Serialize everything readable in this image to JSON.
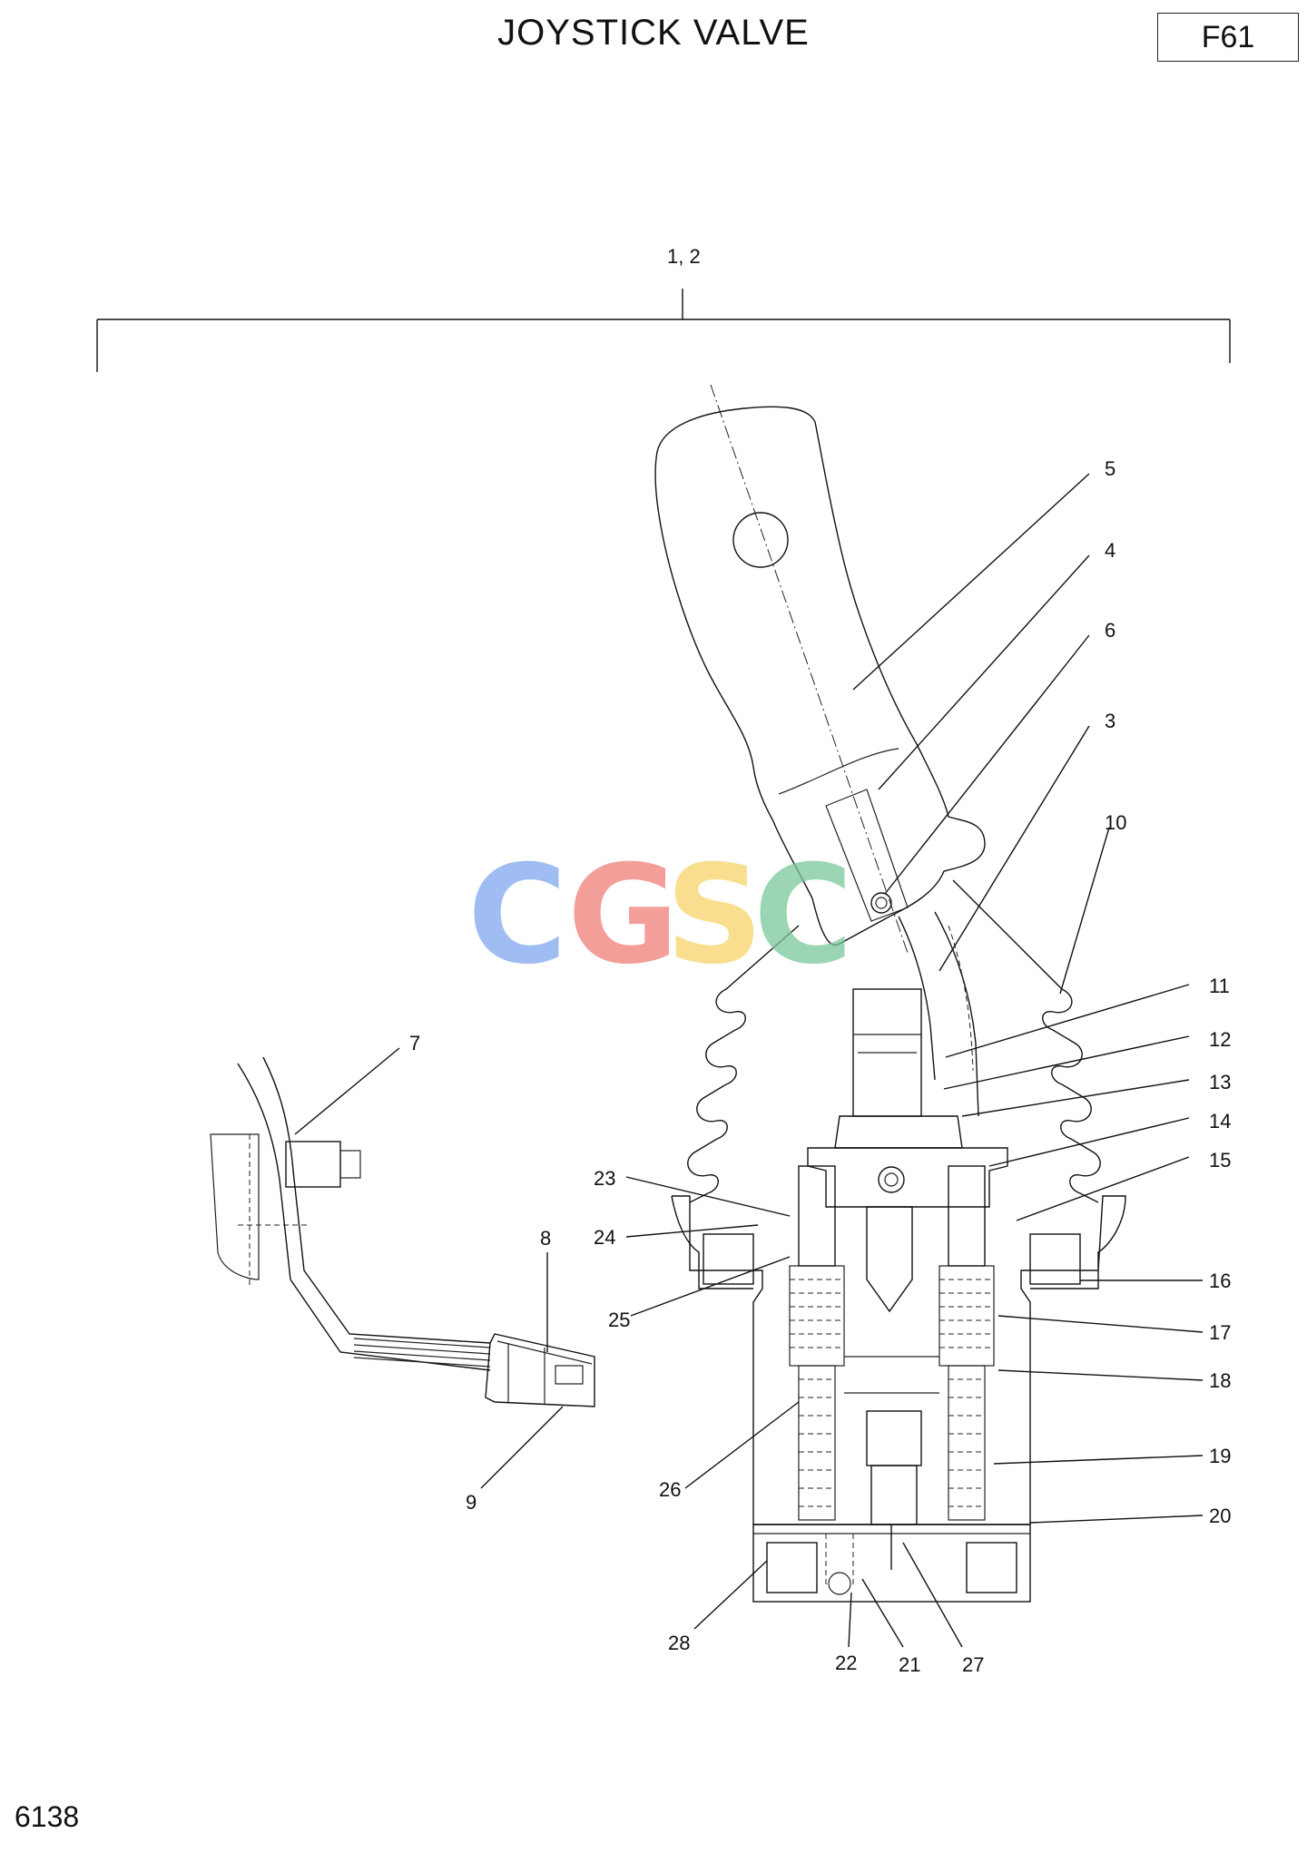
{
  "header": {
    "title": "JOYSTICK VALVE",
    "page_code": "F61"
  },
  "footer": {
    "doc_number": "6138"
  },
  "watermark": {
    "letters": [
      "C",
      "G",
      "S",
      "C"
    ],
    "colors": [
      "#7fa8f0",
      "#f07e78",
      "#f7d36a",
      "#7cc79a"
    ]
  },
  "callouts": {
    "assembly": "1, 2",
    "c3": "3",
    "c4": "4",
    "c5": "5",
    "c6": "6",
    "c7": "7",
    "c8": "8",
    "c9": "9",
    "c10": "10",
    "c11": "11",
    "c12": "12",
    "c13": "13",
    "c14": "14",
    "c15": "15",
    "c16": "16",
    "c17": "17",
    "c18": "18",
    "c19": "19",
    "c20": "20",
    "c21": "21",
    "c22": "22",
    "c23": "23",
    "c24": "24",
    "c25": "25",
    "c26": "26",
    "c27": "27",
    "c28": "28"
  }
}
